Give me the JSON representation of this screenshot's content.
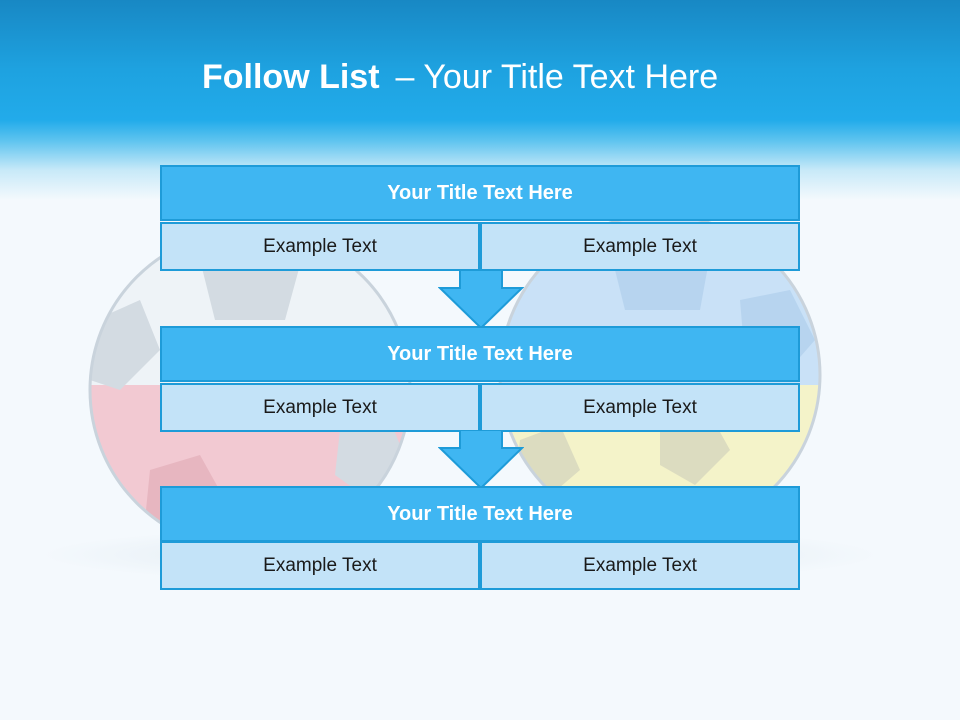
{
  "header": {
    "title_bold": "Follow List",
    "title_sep": "–",
    "title_rest": "Your Title Text Here"
  },
  "rows": [
    {
      "title": "Your Title Text Here",
      "left": "Example Text",
      "right": "Example Text"
    },
    {
      "title": "Your Title Text Here",
      "left": "Example Text",
      "right": "Example Text"
    },
    {
      "title": "Your Title Text Here",
      "left": "Example Text",
      "right": "Example Text"
    }
  ],
  "colors": {
    "header_blue": "#1ea2e0",
    "title_bar": "#3fb6f2",
    "cell_fill": "#c3e3f8",
    "border": "#1e9bd8"
  },
  "icons": [
    "down-arrow-icon",
    "soccer-ball-image"
  ]
}
